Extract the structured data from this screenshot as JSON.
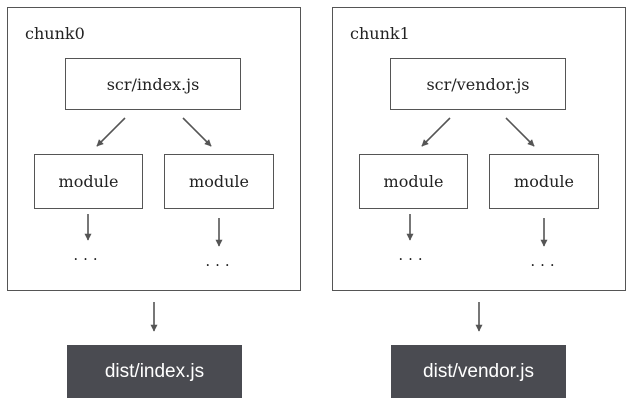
{
  "chunks": [
    {
      "title": "chunk0",
      "entry": "scr/index.js",
      "modules": [
        "module",
        "module"
      ],
      "ellipsis": [
        "...",
        "..."
      ],
      "output": "dist/index.js"
    },
    {
      "title": "chunk1",
      "entry": "scr/vendor.js",
      "modules": [
        "module",
        "module"
      ],
      "ellipsis": [
        "...",
        "..."
      ],
      "output": "dist/vendor.js"
    }
  ],
  "colors": {
    "border": "#555555",
    "output_fill": "#4a4b51",
    "output_text": "#ffffff",
    "arrow": "#555555"
  }
}
